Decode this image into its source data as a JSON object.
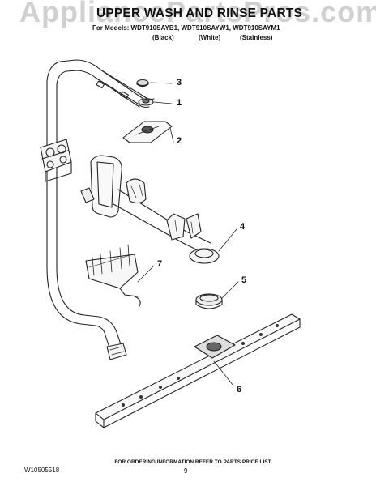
{
  "watermark": "AppliancePartsPros.com",
  "title": "UPPER WASH AND RINSE PARTS",
  "models_line": "For Models: WDT910SAYB1, WDT910SAYW1, WDT910SAYM1",
  "color_labels": [
    "(Black)",
    "(White)",
    "(Stainless)"
  ],
  "callouts": [
    "3",
    "1",
    "2",
    "4",
    "7",
    "5",
    "6"
  ],
  "footer_note": "FOR ORDERING INFORMATION REFER TO PARTS PRICE LIST",
  "doc_id": "W10505518",
  "page_number": "9"
}
